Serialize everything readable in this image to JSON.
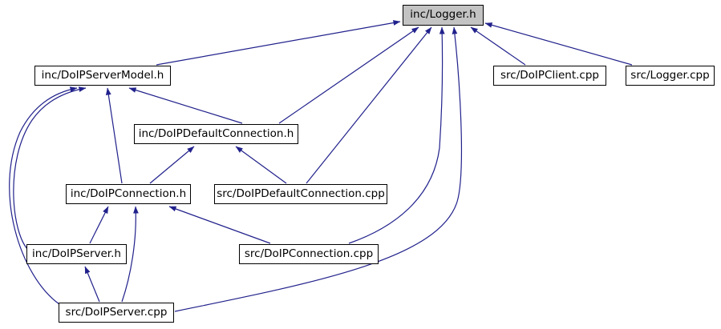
{
  "diagram": {
    "type": "include-dependency-graph",
    "root": "inc/Logger.h",
    "colors": {
      "edge": "#21218c",
      "root_fill": "#c3c3c3",
      "node_fill": "#ffffff",
      "border": "#000000",
      "background": "#ffffff"
    },
    "nodes": [
      {
        "id": "logger_h",
        "label": "inc/Logger.h",
        "highlighted": true
      },
      {
        "id": "servermodel_h",
        "label": "inc/DoIPServerModel.h",
        "highlighted": false
      },
      {
        "id": "client_cpp",
        "label": "src/DoIPClient.cpp",
        "highlighted": false
      },
      {
        "id": "logger_cpp",
        "label": "src/Logger.cpp",
        "highlighted": false
      },
      {
        "id": "defaultconnection_h",
        "label": "inc/DoIPDefaultConnection.h",
        "highlighted": false
      },
      {
        "id": "connection_h",
        "label": "inc/DoIPConnection.h",
        "highlighted": false
      },
      {
        "id": "defaultconnection_cpp",
        "label": "src/DoIPDefaultConnection.cpp",
        "highlighted": false
      },
      {
        "id": "server_h",
        "label": "inc/DoIPServer.h",
        "highlighted": false
      },
      {
        "id": "connection_cpp",
        "label": "src/DoIPConnection.cpp",
        "highlighted": false
      },
      {
        "id": "server_cpp",
        "label": "src/DoIPServer.cpp",
        "highlighted": false
      }
    ],
    "edges": [
      {
        "from": "servermodel_h",
        "to": "logger_h"
      },
      {
        "from": "defaultconnection_h",
        "to": "logger_h"
      },
      {
        "from": "defaultconnection_cpp",
        "to": "logger_h"
      },
      {
        "from": "connection_cpp",
        "to": "logger_h"
      },
      {
        "from": "server_cpp",
        "to": "logger_h"
      },
      {
        "from": "client_cpp",
        "to": "logger_h"
      },
      {
        "from": "logger_cpp",
        "to": "logger_h"
      },
      {
        "from": "defaultconnection_h",
        "to": "servermodel_h"
      },
      {
        "from": "connection_h",
        "to": "servermodel_h"
      },
      {
        "from": "server_h",
        "to": "servermodel_h"
      },
      {
        "from": "server_cpp",
        "to": "servermodel_h"
      },
      {
        "from": "connection_h",
        "to": "defaultconnection_h"
      },
      {
        "from": "defaultconnection_cpp",
        "to": "defaultconnection_h"
      },
      {
        "from": "server_h",
        "to": "connection_h"
      },
      {
        "from": "connection_cpp",
        "to": "connection_h"
      },
      {
        "from": "server_cpp",
        "to": "connection_h"
      },
      {
        "from": "server_cpp",
        "to": "server_h"
      }
    ]
  }
}
